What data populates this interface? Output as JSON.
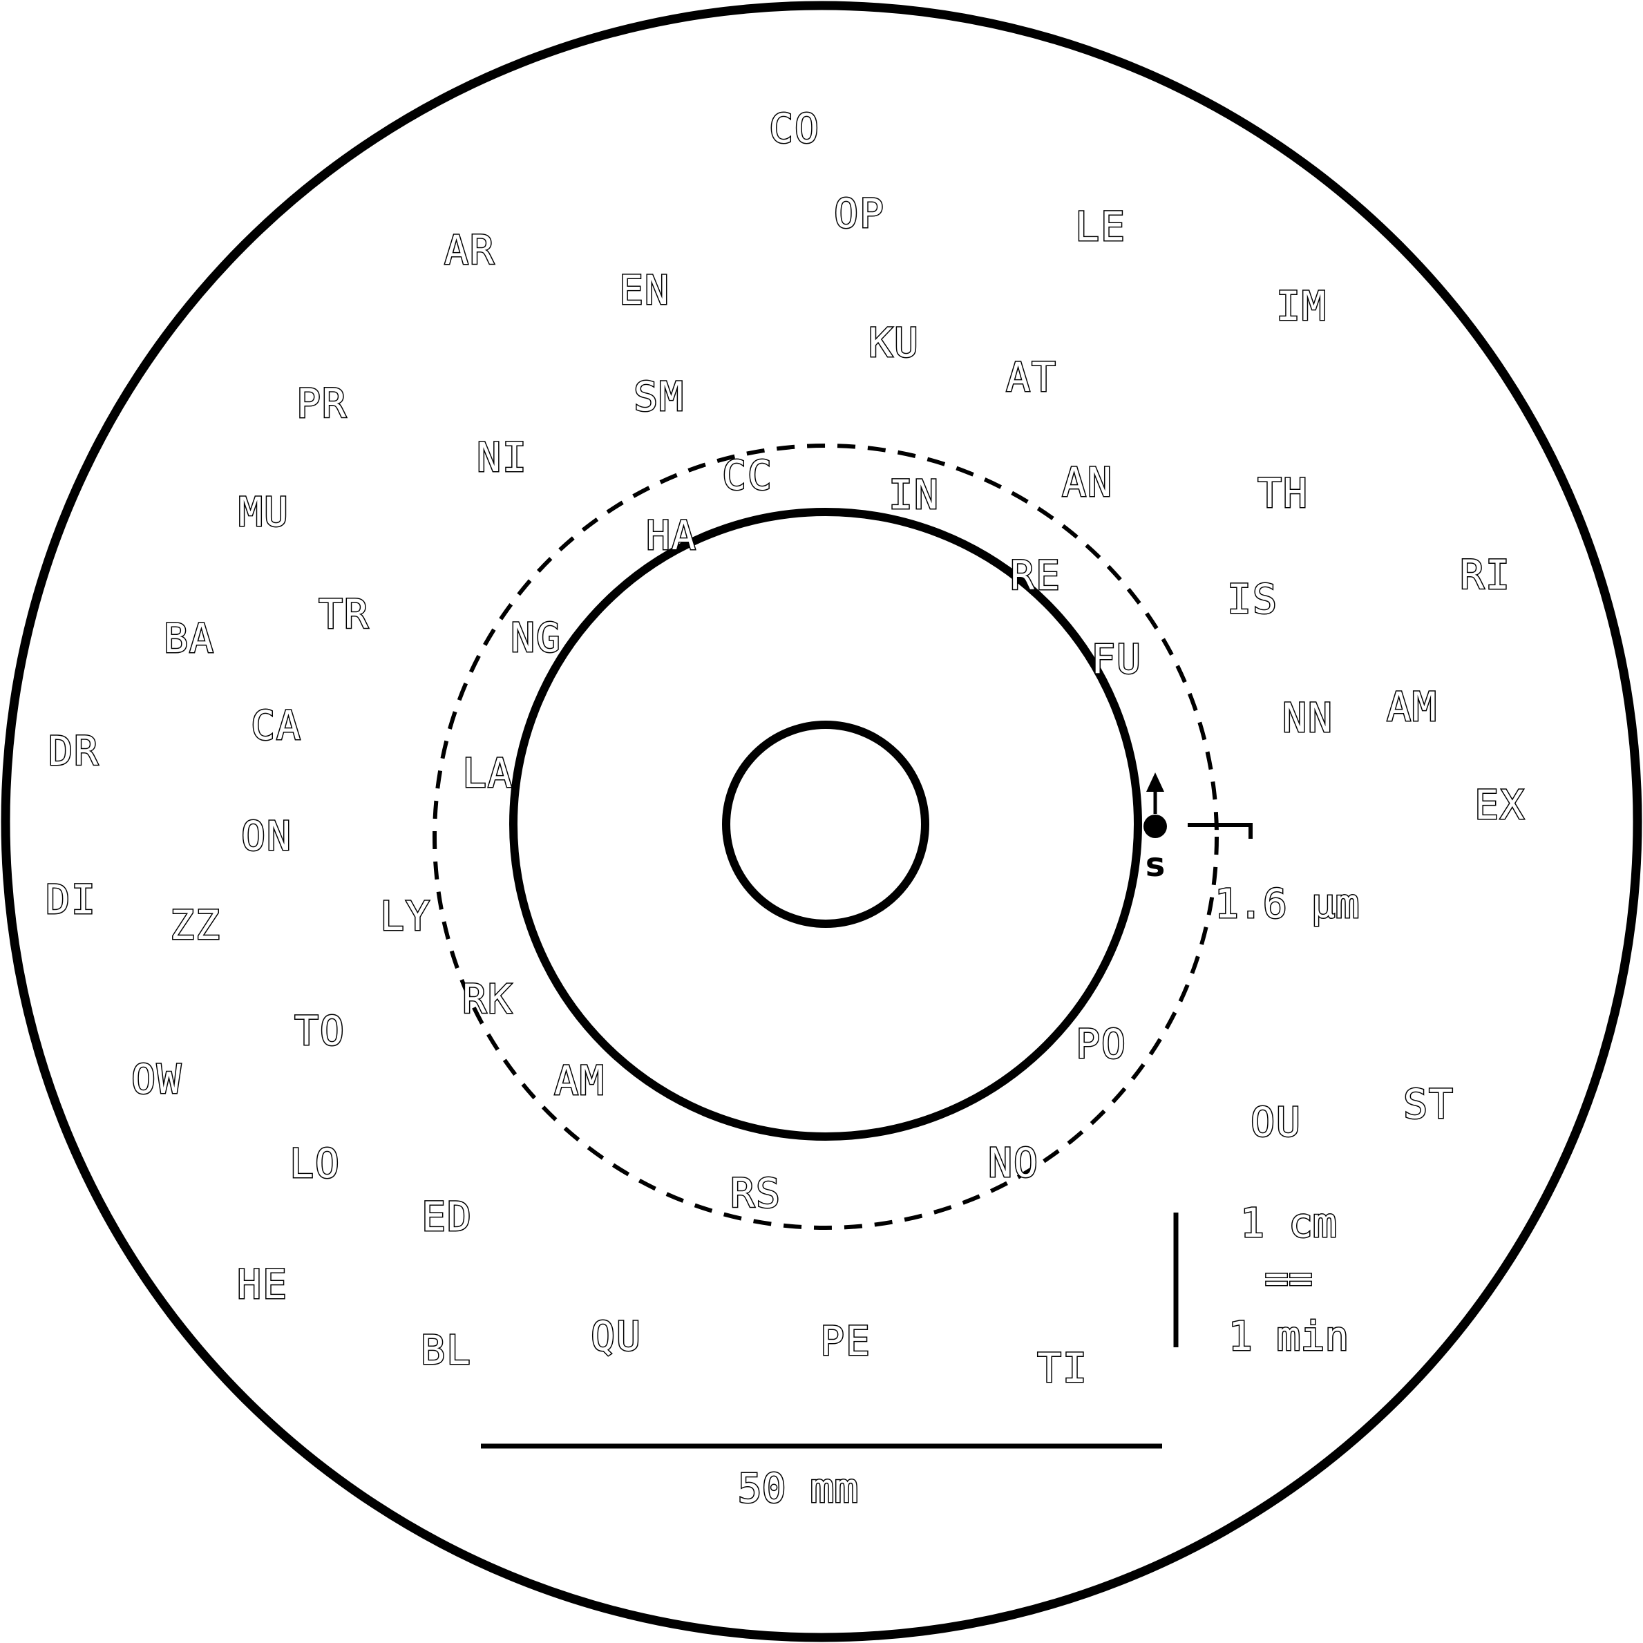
{
  "colors": {
    "ink": "#000000",
    "paper": "#ffffff"
  },
  "letters": [
    "CO",
    "OP",
    "LE",
    "AR",
    "EN",
    "IM",
    "KU",
    "AT",
    "PR",
    "SM",
    "NI",
    "CC",
    "AN",
    "TH",
    "IN",
    "MU",
    "HA",
    "RE",
    "RI",
    "IS",
    "TR",
    "BA",
    "NG",
    "FU",
    "AM",
    "NN",
    "CA",
    "DR",
    "LA",
    "EX",
    "ON",
    "DI",
    "ZZ",
    "LY",
    "RK",
    "TO",
    "PO",
    "OW",
    "AM",
    "ST",
    "OU",
    "LO",
    "NO",
    "RS",
    "ED",
    "HE",
    "QU",
    "PE",
    "BL",
    "TI"
  ],
  "labels": {
    "pitch": "1.6 µm",
    "start": "s",
    "scale_bar": "50 mm",
    "time_1": "1 cm",
    "time_2": "==",
    "time_3": "1 min"
  }
}
